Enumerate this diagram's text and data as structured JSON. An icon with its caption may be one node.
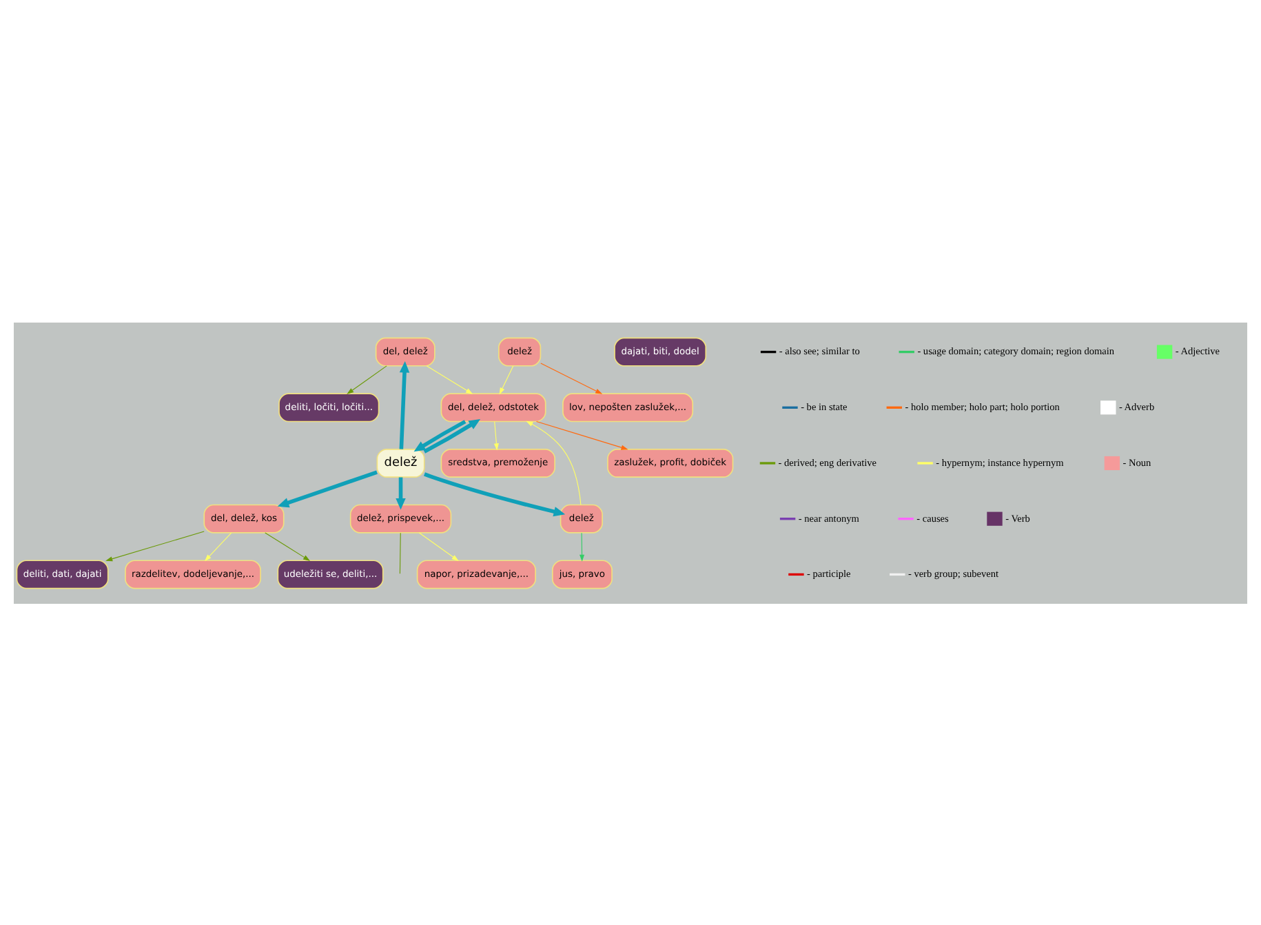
{
  "diagram": {
    "nodes": [
      {
        "text": [
          "deliti, ločiti, ločiti..."
        ]
      },
      {
        "text": [
          "zaslužek, profit, dobiček"
        ]
      },
      {
        "text": [
          "lov, nepošten zaslužek,..."
        ]
      },
      {
        "text": [
          "del, delež"
        ]
      },
      {
        "text": [
          "razdelitev, dodeljevanje,..."
        ]
      },
      {
        "text": [
          "delež"
        ]
      },
      {
        "text": [
          "del, delež, odstotek"
        ]
      },
      {
        "text": [
          "udeležiti se, deliti,..."
        ]
      },
      {
        "text": [
          "delež"
        ]
      },
      {
        "text": [
          "delež"
        ]
      },
      {
        "text": [
          "del, delež, kos"
        ]
      },
      {
        "text": [
          "dajati, biti, dodel"
        ]
      },
      {
        "text": [
          "jus, pravo"
        ]
      },
      {
        "text": [
          "sredstva, premoženje"
        ]
      },
      {
        "text": [
          "deliti, dati, dajati"
        ]
      },
      {
        "text": [
          "delež, prispevek,..."
        ]
      },
      {
        "text": [
          "napor, prizadevanje,..."
        ]
      }
    ],
    "edges": [
      {
        "from": 3,
        "to": 0,
        "arrow": "to",
        "color": "#6b9a0a"
      },
      {
        "from": 5,
        "to": 2,
        "arrow": "to",
        "color": "#ff6a10"
      },
      {
        "from": 6,
        "to": 1,
        "arrow": "to",
        "color": "#ff6a10"
      },
      {
        "from": 5,
        "to": 6,
        "arrow": "to",
        "color": "#ffff66"
      },
      {
        "from": 3,
        "to": 6,
        "arrow": "to",
        "color": "#ffff66"
      },
      {
        "from": 9,
        "to": 6,
        "arrow": "to",
        "color": "#ffff66"
      },
      {
        "from": 6,
        "to": 13,
        "arrow": "to",
        "color": "#ffff66"
      },
      {
        "from": 9,
        "to": 12,
        "arrow": "to",
        "color": "#33cc66"
      },
      {
        "from": 8,
        "to": 9,
        "arrow": "to",
        "style": "thick",
        "color": "#10a0b8"
      },
      {
        "from": 8,
        "to": 6,
        "arrow": "to",
        "style": "thick",
        "color": "#10a0b8"
      },
      {
        "from": 6,
        "to": 8,
        "arrow": "to",
        "style": "thick",
        "color": "#10a0b8"
      },
      {
        "from": 8,
        "to": 3,
        "arrow": "to",
        "style": "thick",
        "color": "#10a0b8"
      },
      {
        "from": 8,
        "to": 10,
        "arrow": "to",
        "style": "thick",
        "color": "#10a0b8"
      },
      {
        "from": 8,
        "to": 15,
        "arrow": "to",
        "style": "thick",
        "color": "#10a0b8"
      },
      {
        "from": 10,
        "to": 7,
        "arrow": "to",
        "color": "#6b9a0a"
      },
      {
        "from": 10,
        "to": 4,
        "arrow": "to",
        "color": "#ffff66"
      },
      {
        "from": 10,
        "to": 14,
        "arrow": "to",
        "color": "#6b9a0a"
      },
      {
        "from": 15,
        "to": 16,
        "arrow": "to",
        "color": "#ffff66"
      },
      {
        "from": 15,
        "to": null,
        "arrow": "none",
        "color": "#6b9a0a"
      }
    ],
    "legend": [
      {
        "text": "- also see; similar to"
      },
      {
        "text": "- be in state"
      },
      {
        "text": "- derived; eng derivative"
      },
      {
        "text": "- near antonym"
      },
      {
        "text": "- participle"
      },
      {
        "text": "- usage domain; category domain; region domain"
      },
      {
        "text": "- holo member; holo part; holo portion"
      },
      {
        "text": "- hypernym; instance hypernym"
      },
      {
        "text": "- causes"
      },
      {
        "text": "- verb group; subevent"
      },
      {
        "text": "- Adjective",
        "color": "#66ff66"
      },
      {
        "text": "- Adverb",
        "color": "#ffffff"
      },
      {
        "text": "- Noun",
        "color": "#f59a9a"
      },
      {
        "text": "- Verb",
        "color": "#663366"
      }
    ]
  }
}
